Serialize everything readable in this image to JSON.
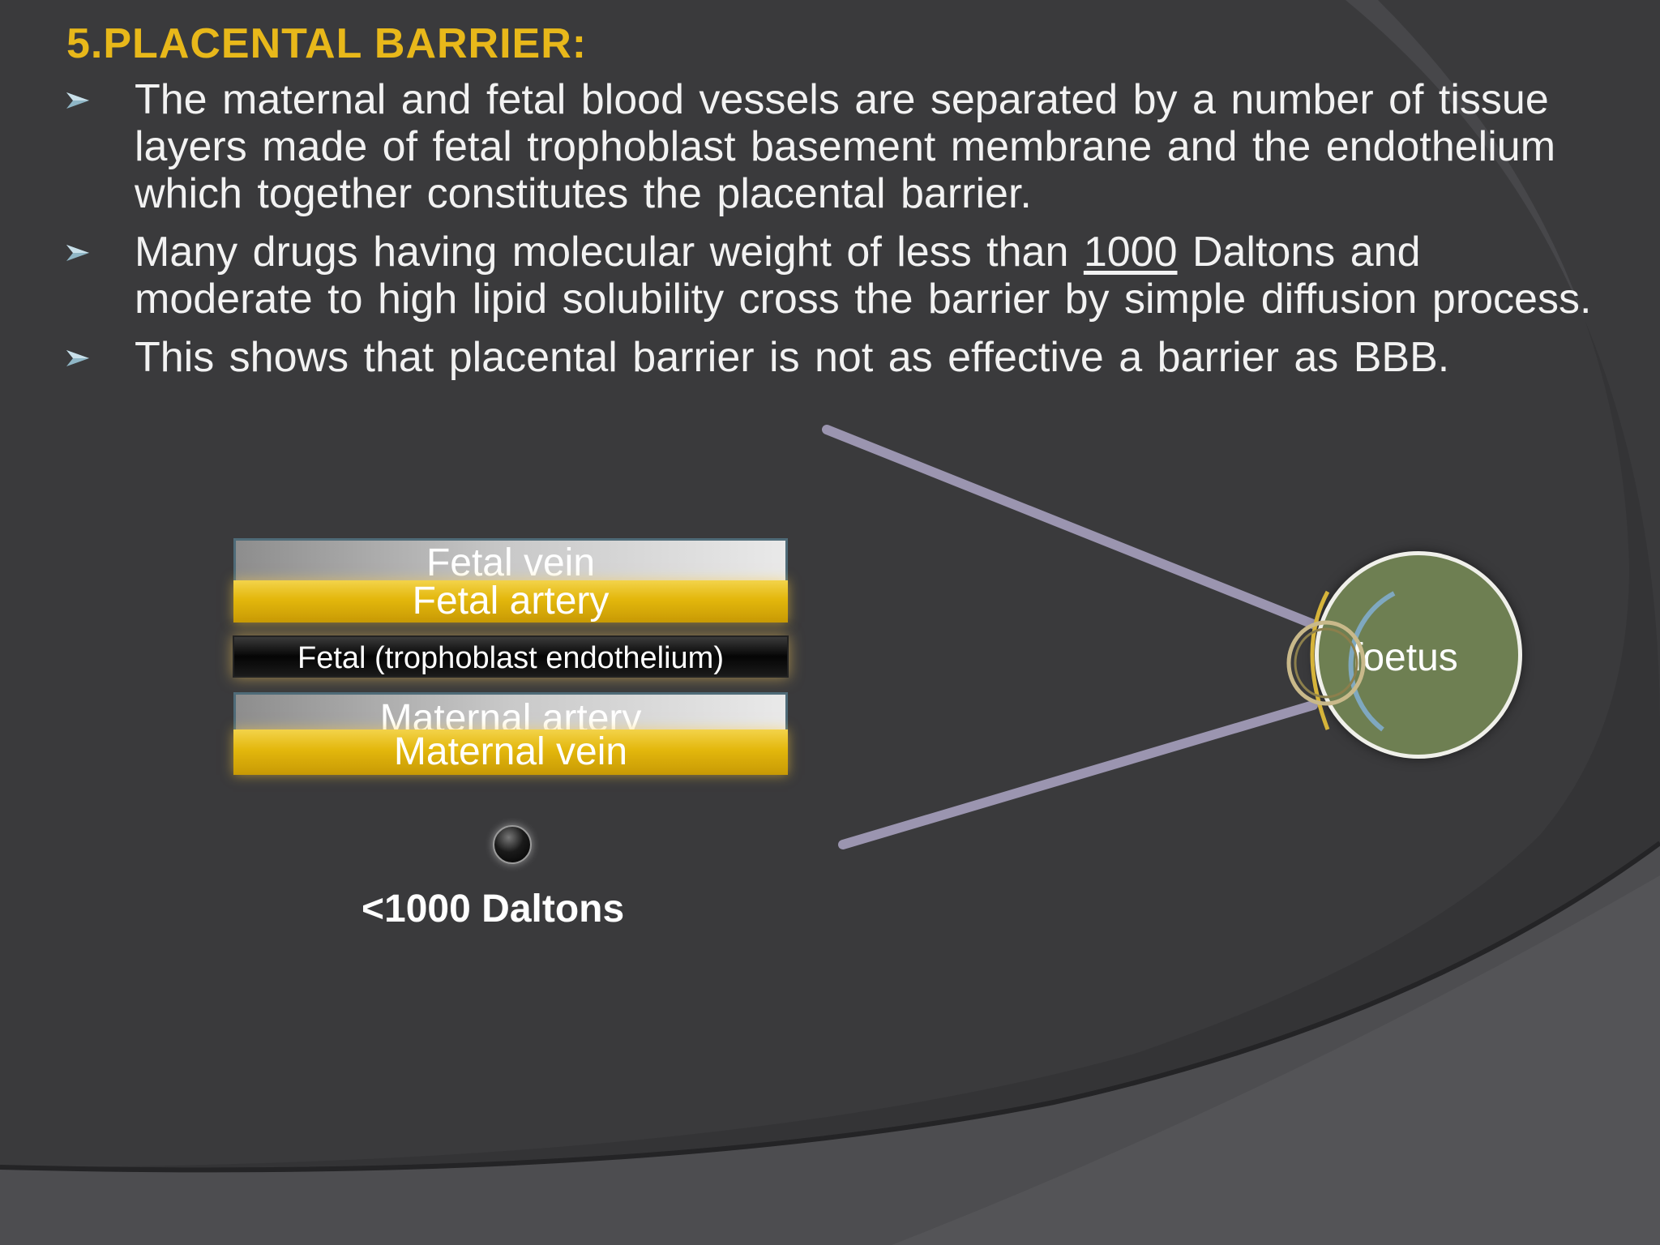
{
  "slide": {
    "title": "5.PLACENTAL BARRIER:",
    "bullets": [
      {
        "text_before": "The maternal and fetal blood vessels are separated by a number of tissue layers made of fetal trophoblast basement membrane and the endothelium which together constitutes the placental barrier."
      },
      {
        "text_before": "Many drugs having molecular weight of less than ",
        "underlined": "1000",
        "text_after": " Daltons and moderate to high lipid solubility cross the barrier by simple diffusion process."
      },
      {
        "text_before": "This shows that placental barrier is not as effective a barrier as BBB."
      }
    ],
    "bullet_icon": "arrow-bullet-icon"
  },
  "diagram": {
    "layers": {
      "fetal_vein": "Fetal vein",
      "fetal_artery": "Fetal artery",
      "fetal_trophoblast": "Fetal (trophoblast endothelium)",
      "maternal_artery": "Maternal artery",
      "maternal_vein": "Maternal vein"
    },
    "molecule_label": "<1000 Daltons",
    "foetus_label": "foetus"
  },
  "colors": {
    "title": "#e8b81a",
    "gold_layer": "#e3b70c",
    "foetus": "#6e7f52",
    "background": "#3a3a3c"
  }
}
